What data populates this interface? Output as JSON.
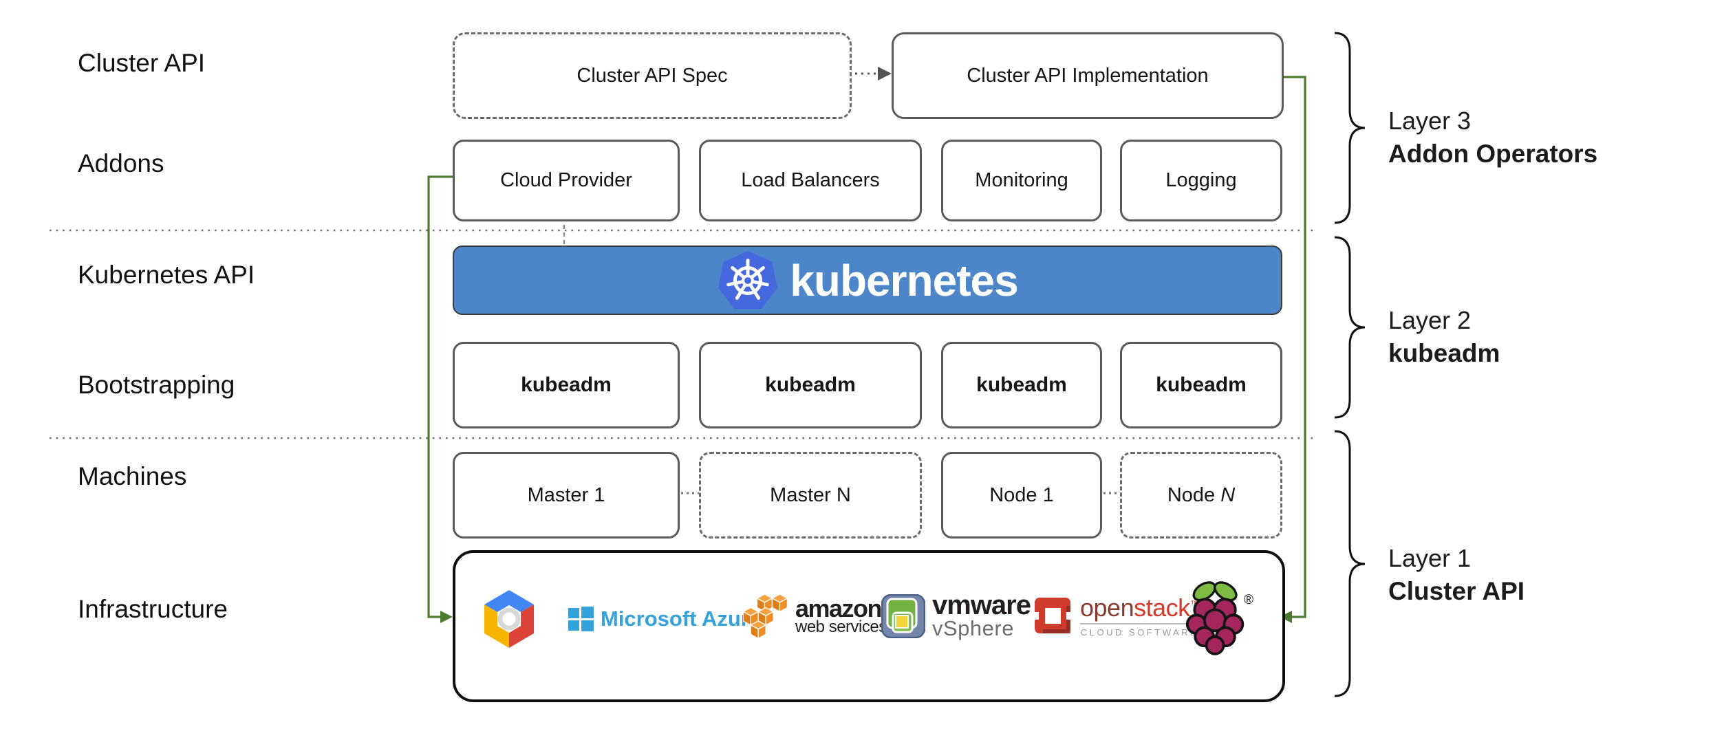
{
  "left_labels": [
    "Cluster API",
    "Addons",
    "Kubernetes API",
    "Bootstrapping",
    "Machines",
    "Infrastructure"
  ],
  "cluster_api_row": {
    "spec_label": "Cluster API Spec",
    "impl_label": "Cluster API Implementation"
  },
  "addons_row": {
    "boxes": [
      "Cloud Provider",
      "Load Balancers",
      "Monitoring",
      "Logging"
    ]
  },
  "kubernetes_banner": {
    "label": "kubernetes"
  },
  "bootstrapping_row": {
    "boxes": [
      "kubeadm",
      "kubeadm",
      "kubeadm",
      "kubeadm"
    ]
  },
  "machines_row": {
    "boxes": [
      {
        "text": "Master 1"
      },
      {
        "text": "Master N"
      },
      {
        "text": "Node 1"
      },
      {
        "text": "Node ",
        "italic": "N"
      }
    ]
  },
  "infrastructure": {
    "azure_label": "Microsoft Azure",
    "amazon_label": "amazon",
    "amazon_sub": "web services",
    "vmware_label": "vmware",
    "vmware_sub": "vSphere",
    "openstack_open": "open",
    "openstack_stack": "stack",
    "openstack_tm": "™",
    "openstack_sub": "CLOUD SOFTWARE",
    "rpi_reg": "®",
    "provider_icons": [
      "google-cloud-icon",
      "microsoft-azure-icon",
      "aws-cubes-icon",
      "vmware-vsphere-icon",
      "openstack-icon",
      "raspberry-pi-icon"
    ]
  },
  "layer_labels": [
    {
      "line1": "Layer 3",
      "line2": "Addon Operators"
    },
    {
      "line1": "Layer 2",
      "line2": "kubeadm"
    },
    {
      "line1": "Layer 1",
      "line2": "Cluster API"
    }
  ],
  "colors": {
    "kubernetes_banner_blue": "#4C86C8",
    "kubernetes_logo_blue": "#4668DF",
    "connector_green": "#4E7A2F",
    "box_border_gray": "#595A5C",
    "azure_blue": "#35A2DB",
    "aws_orange": "#F08C26",
    "openstack_red": "#CF3C2E",
    "gcp_blue": "#4285F4",
    "gcp_red": "#DB4437",
    "gcp_yellow": "#F4B400",
    "rpi_leaf_green": "#7DBB42",
    "rpi_berry_red": "#A5265C",
    "vmware_green": "#6FB242"
  }
}
